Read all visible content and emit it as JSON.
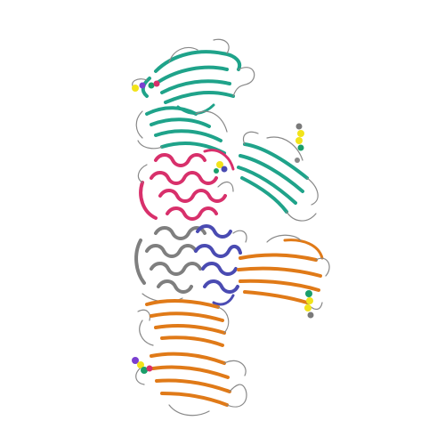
{
  "figure": {
    "background": "#ffffff",
    "chains": [
      {
        "id": "teal",
        "color": "#1fa38a"
      },
      {
        "id": "magenta",
        "color": "#d8306b"
      },
      {
        "id": "grey",
        "color": "#7f7f7f"
      },
      {
        "id": "blue",
        "color": "#4a4bb2"
      },
      {
        "id": "orange",
        "color": "#e07a18"
      }
    ],
    "ligand_colors": [
      "#f2e31a",
      "#2a7bd8",
      "#1a9e6a",
      "#d8306b",
      "#7a3fd0"
    ]
  }
}
